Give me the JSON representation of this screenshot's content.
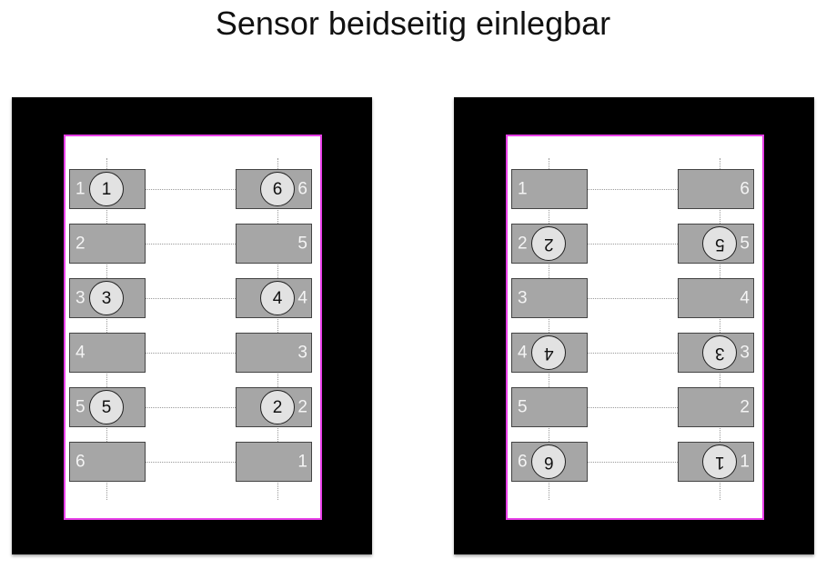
{
  "title": "Sensor beidseitig einlegbar",
  "colors": {
    "panel": "#000000",
    "sensor_border": "#e83fe8",
    "pad_fill": "#a6a6a6",
    "pin_fill": "#e2e2e2"
  },
  "panels": [
    {
      "name": "left",
      "left_pads": [
        "1",
        "2",
        "3",
        "4",
        "5",
        "6"
      ],
      "right_pads": [
        "6",
        "5",
        "4",
        "3",
        "2",
        "1"
      ],
      "left_pins": [
        "1",
        "",
        "3",
        "",
        "5",
        ""
      ],
      "right_pins": [
        "6",
        "",
        "4",
        "",
        "2",
        ""
      ],
      "pins_flipped": false
    },
    {
      "name": "right",
      "left_pads": [
        "1",
        "2",
        "3",
        "4",
        "5",
        "6"
      ],
      "right_pads": [
        "6",
        "5",
        "4",
        "3",
        "2",
        "1"
      ],
      "left_pins": [
        "",
        "2",
        "",
        "4",
        "",
        "6"
      ],
      "right_pins": [
        "",
        "5",
        "",
        "3",
        "",
        "1"
      ],
      "pins_flipped": true
    }
  ]
}
